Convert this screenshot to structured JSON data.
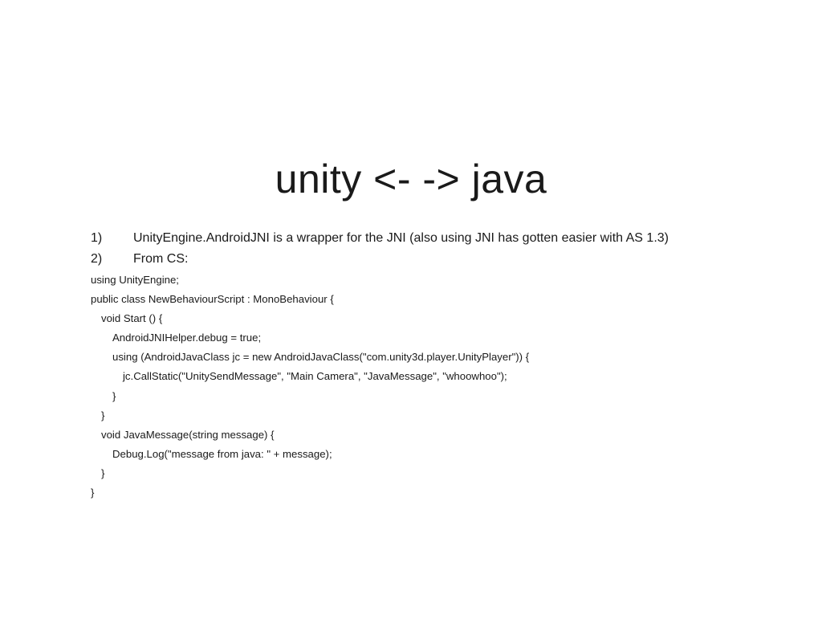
{
  "slide": {
    "title": "unity <- -> java",
    "points": [
      {
        "num": "1)",
        "text": "UnityEngine.AndroidJNI is a wrapper for the JNI (also using JNI has gotten easier with AS 1.3)"
      },
      {
        "num": "2)",
        "text": "From CS:"
      }
    ],
    "code_lines": [
      "using UnityEngine;",
      "public class NewBehaviourScript : MonoBehaviour {",
      "void Start () {",
      "AndroidJNIHelper.debug = true;",
      "using (AndroidJavaClass jc = new AndroidJavaClass(\"com.unity3d.player.UnityPlayer\")) {",
      "jc.CallStatic(\"UnitySendMessage\", \"Main Camera\", \"JavaMessage\", \"whoowhoo\");",
      "}",
      "}",
      "void JavaMessage(string message) {",
      "Debug.Log(\"message from java: \" + message);",
      "}",
      "}"
    ]
  }
}
